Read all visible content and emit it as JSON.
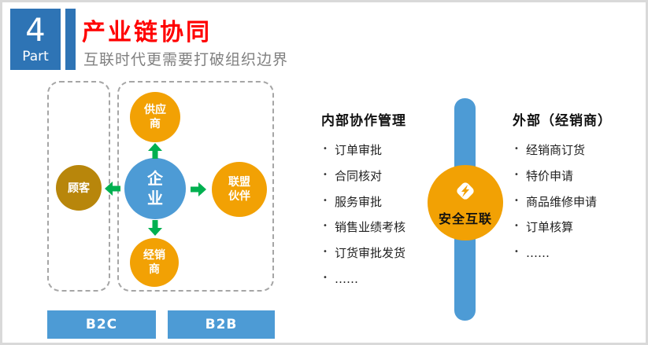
{
  "header": {
    "part_number": "4",
    "part_label": "Part",
    "title": "产业链协同",
    "subtitle": "互联时代更需要打破组织边界"
  },
  "diagram": {
    "supplier": "供应商",
    "enterprise": "企业",
    "alliance": "联盟伙伴",
    "distributor": "经销商",
    "customer": "顾客",
    "b2c": "B2C",
    "b2b": "B2B"
  },
  "internal_panel": {
    "heading": "内部协作管理",
    "items": [
      "订单审批",
      "合同核对",
      "服务审批",
      "销售业绩考核",
      "订货审批发货",
      "……"
    ]
  },
  "external_panel": {
    "heading": "外部（经销商）",
    "items": [
      "经销商订货",
      "特价申请",
      "商品维修申请",
      "订单核算",
      "……"
    ]
  },
  "connector": {
    "label": "安全互联",
    "icon": "lightning-in-diamond"
  },
  "colors": {
    "accent_blue": "#2e74b5",
    "light_blue": "#4d9bd5",
    "orange": "#f2a104",
    "dark_gold": "#b8860b",
    "green": "#00b050",
    "title_red": "#ff0000",
    "subtitle_gray": "#808080"
  }
}
